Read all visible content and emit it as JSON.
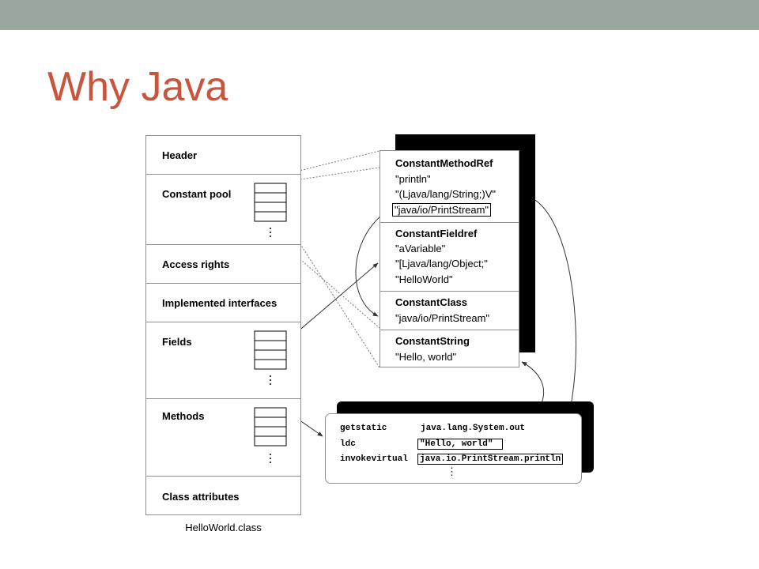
{
  "slide": {
    "title": "Why Java"
  },
  "class_file": {
    "caption": "HelloWorld.class",
    "sections": [
      {
        "label": "Header"
      },
      {
        "label": "Constant pool"
      },
      {
        "label": "Access rights"
      },
      {
        "label": "Implemented interfaces"
      },
      {
        "label": "Fields"
      },
      {
        "label": "Methods"
      },
      {
        "label": "Class attributes"
      }
    ]
  },
  "constant_pool": {
    "entries": [
      {
        "type": "ConstantMethodRef",
        "values": [
          "\"println\"",
          "\"(Ljava/lang/String;)V\"",
          "\"java/io/PrintStream\""
        ]
      },
      {
        "type": "ConstantFieldref",
        "values": [
          "\"aVariable\"",
          "\"[Ljava/lang/Object;\"",
          "\"HelloWorld\""
        ]
      },
      {
        "type": "ConstantClass",
        "values": [
          "\"java/io/PrintStream\""
        ]
      },
      {
        "type": "ConstantString",
        "values": [
          "\"Hello, world\""
        ]
      }
    ]
  },
  "bytecode": {
    "instructions": [
      {
        "opcode": "getstatic",
        "operand": "java.lang.System.out"
      },
      {
        "opcode": "ldc",
        "operand": "\"Hello, world\""
      },
      {
        "opcode": "invokevirtual",
        "operand": "java.io.PrintStream.println"
      }
    ],
    "ellipsis": "⋮"
  },
  "colors": {
    "title": "#c8553d",
    "top_bar": "#9aa79f"
  }
}
